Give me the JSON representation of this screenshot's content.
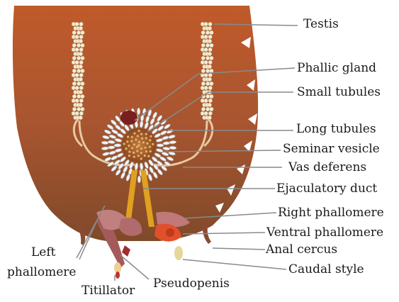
{
  "labels": {
    "testis": "Testis",
    "phallic_gland": "Phallic gland",
    "small_tubules": "Small tubules",
    "long_tubules": "Long tubules",
    "seminar_vesicle": "Seminar vesicle",
    "vas_deferens": "Vas deferens",
    "ejaculatory_duct": "Ejaculatory duct",
    "right_phallomere": "Right phallomere",
    "ventral_phallomere": "Ventral phallomere",
    "anal_cercus": "Anal cercus",
    "caudal_style": "Caudal style",
    "left_phallomere_line1": "Left",
    "left_phallomere_line2": "phallomere",
    "titillator": "Titillator",
    "pseudopenis": "Pseudopenis"
  },
  "colors": {
    "abdomen_top": "#b8582a",
    "abdomen_bottom": "#8a4a24",
    "testis_lobules": "#f2ecd6",
    "vas_deferens": "#e8c9a0",
    "ejaculatory_duct": "#e0a020",
    "phallic_gland": "#7a1f1f",
    "phallomeres": "#b86a6a",
    "leader_lines": "#808080"
  }
}
